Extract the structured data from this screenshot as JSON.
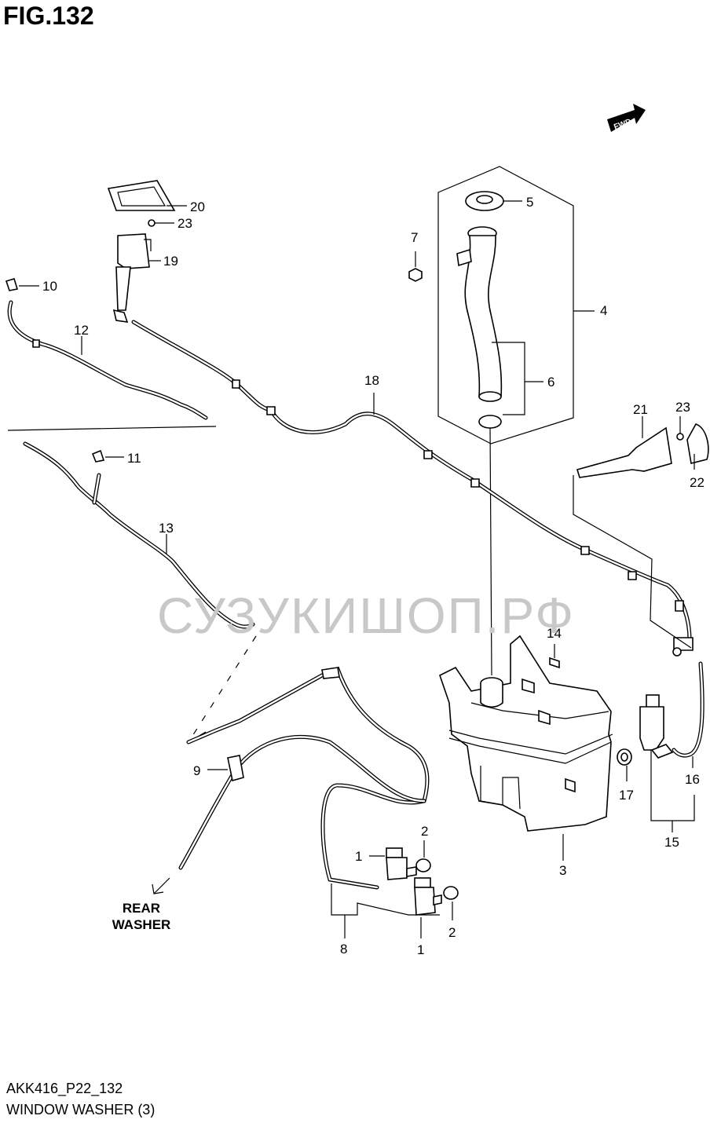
{
  "figure": {
    "title": "FIG.132",
    "code": "AKK416_P22_132",
    "caption": "WINDOW WASHER (3)",
    "watermark": "СУЗУКИШОП.РФ",
    "fwd_label": "FWD",
    "rear_washer": [
      "REAR",
      "WASHER"
    ]
  },
  "callouts": [
    {
      "id": "c1a",
      "text": "1"
    },
    {
      "id": "c1b",
      "text": "1"
    },
    {
      "id": "c2a",
      "text": "2"
    },
    {
      "id": "c2b",
      "text": "2"
    },
    {
      "id": "c3",
      "text": "3"
    },
    {
      "id": "c4",
      "text": "4"
    },
    {
      "id": "c5",
      "text": "5"
    },
    {
      "id": "c6",
      "text": "6"
    },
    {
      "id": "c7",
      "text": "7"
    },
    {
      "id": "c8",
      "text": "8"
    },
    {
      "id": "c9",
      "text": "9"
    },
    {
      "id": "c10",
      "text": "10"
    },
    {
      "id": "c11",
      "text": "11"
    },
    {
      "id": "c12",
      "text": "12"
    },
    {
      "id": "c13",
      "text": "13"
    },
    {
      "id": "c14",
      "text": "14"
    },
    {
      "id": "c15",
      "text": "15"
    },
    {
      "id": "c16",
      "text": "16"
    },
    {
      "id": "c17",
      "text": "17"
    },
    {
      "id": "c18",
      "text": "18"
    },
    {
      "id": "c19",
      "text": "19"
    },
    {
      "id": "c20",
      "text": "20"
    },
    {
      "id": "c21",
      "text": "21"
    },
    {
      "id": "c22",
      "text": "22"
    },
    {
      "id": "c23a",
      "text": "23"
    },
    {
      "id": "c23b",
      "text": "23"
    }
  ]
}
